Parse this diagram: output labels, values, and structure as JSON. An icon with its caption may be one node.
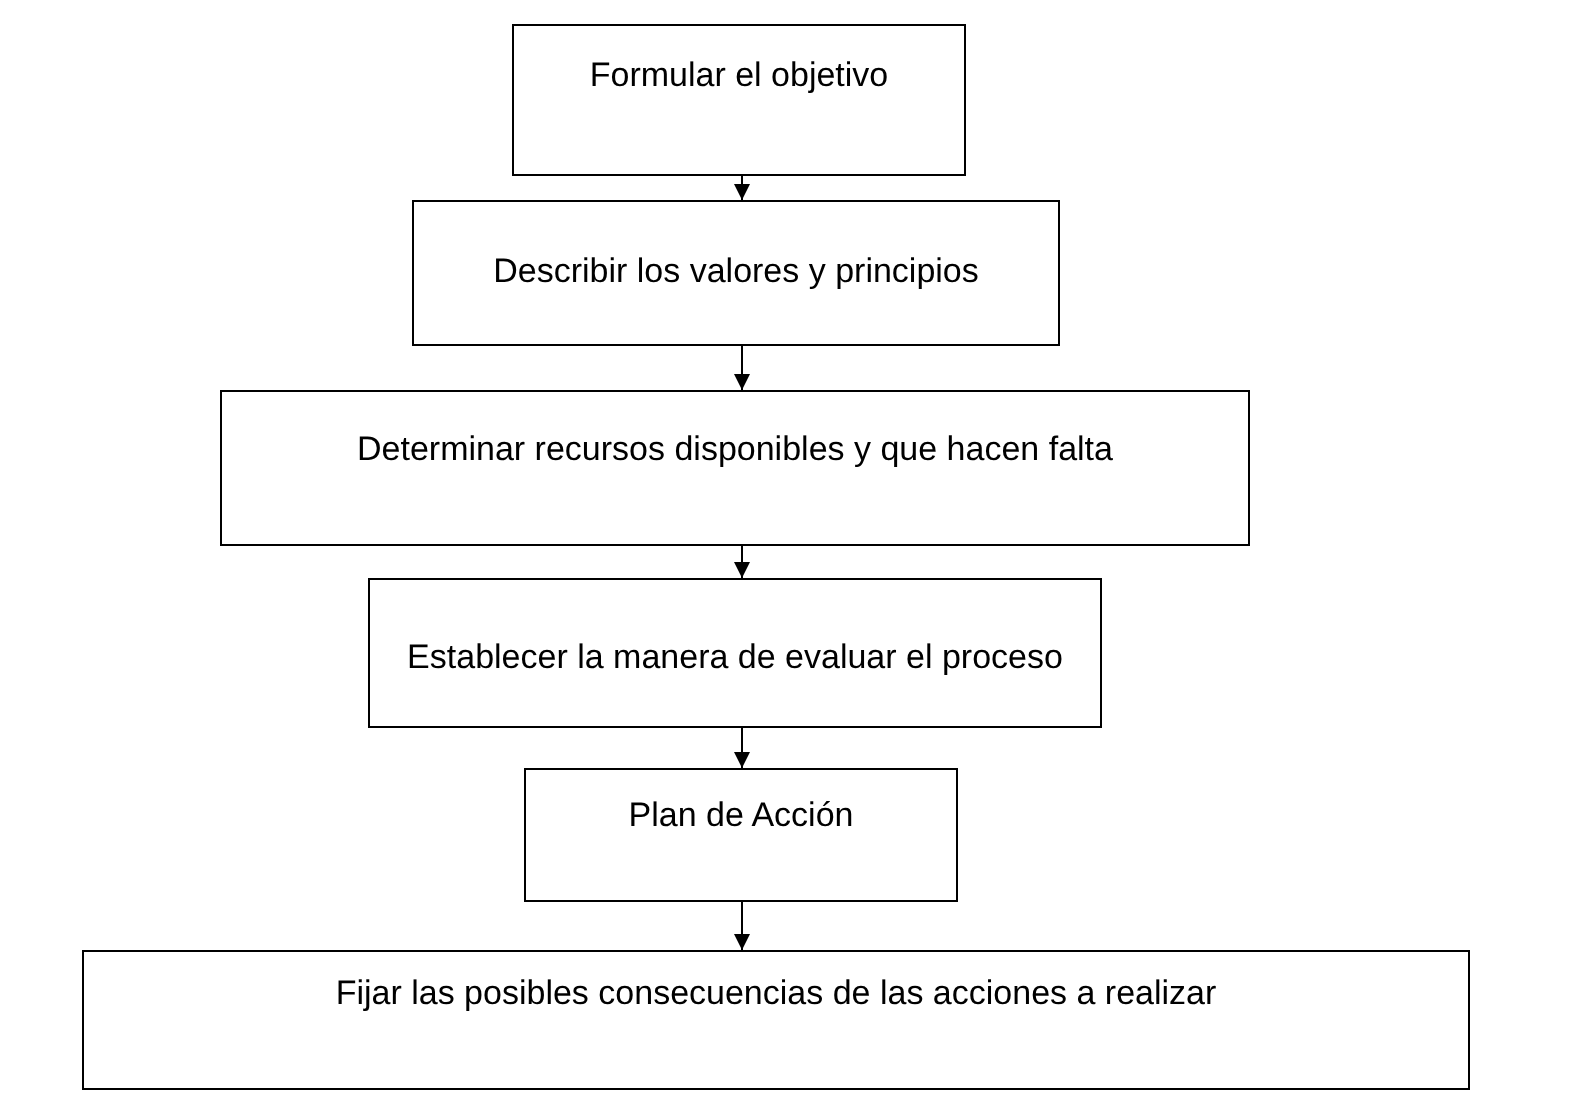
{
  "diagram": {
    "nodes": [
      {
        "text": [
          "Formular el objetivo"
        ]
      },
      {
        "text": [
          "Describir los valores y principios"
        ]
      },
      {
        "text": [
          "Determinar recursos disponibles y que hacen falta"
        ]
      },
      {
        "text": [
          "Establecer la manera de evaluar el proceso"
        ]
      },
      {
        "text": [
          "Plan de Acción"
        ]
      },
      {
        "text": [
          "Fijar las posibles consecuencias de las acciones a realizar"
        ]
      }
    ],
    "edges": [
      {
        "from": 0,
        "to": 1,
        "arrow": "to"
      },
      {
        "from": 1,
        "to": 2,
        "arrow": "to"
      },
      {
        "from": 2,
        "to": 3,
        "arrow": "to"
      },
      {
        "from": 3,
        "to": 4,
        "arrow": "to"
      },
      {
        "from": 4,
        "to": 5,
        "arrow": "to"
      }
    ]
  }
}
